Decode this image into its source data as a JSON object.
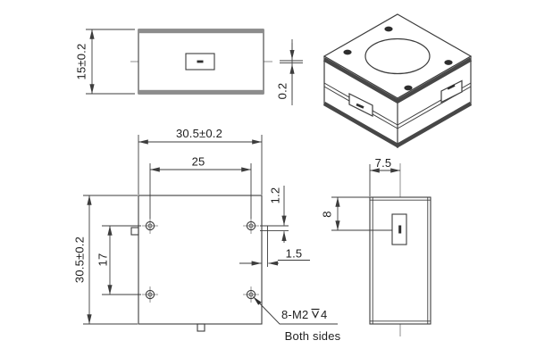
{
  "drawing": {
    "front_view": {
      "height": "15±0.2",
      "lid_gap": "0.2"
    },
    "plan_view": {
      "width": "30.5±0.2",
      "hole_pitch_x": "25",
      "height": "30.5±0.2",
      "hole_pitch_y": "17",
      "tab_thickness": "1.2",
      "tab_offset": "1.5",
      "thread_prefix": "8-M2",
      "thread_depth_symbol": "⊽",
      "thread_depth": "4",
      "thread_note": "Both sides"
    },
    "side_view": {
      "width": "7.5",
      "port_offset": "8"
    },
    "colors": {
      "line": "#3d3d3d",
      "centerline": "#8f8f8f",
      "edge_band": "#8c8c8c",
      "text": "#1e1e1e",
      "background": "#ffffff"
    }
  }
}
